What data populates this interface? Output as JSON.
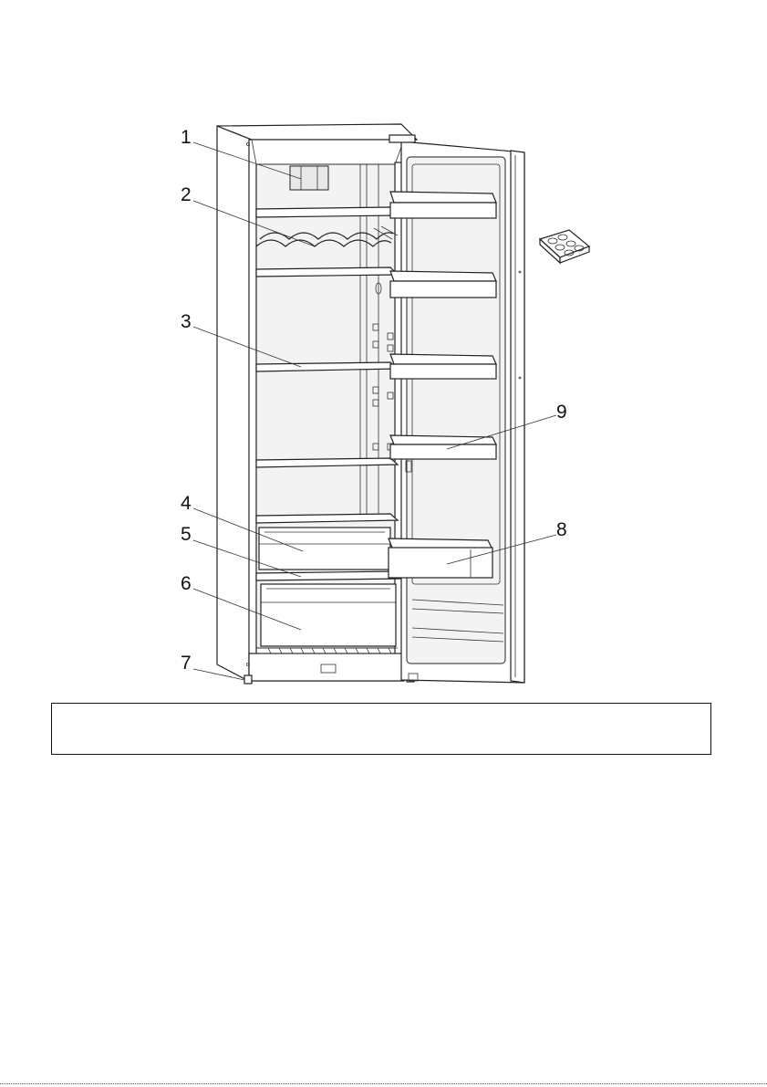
{
  "diagram": {
    "callouts": [
      {
        "id": "1",
        "label": "1"
      },
      {
        "id": "2",
        "label": "2"
      },
      {
        "id": "3",
        "label": "3"
      },
      {
        "id": "4",
        "label": "4"
      },
      {
        "id": "5",
        "label": "5"
      },
      {
        "id": "6",
        "label": "6"
      },
      {
        "id": "7",
        "label": "7"
      },
      {
        "id": "8",
        "label": "8"
      },
      {
        "id": "9",
        "label": "9"
      }
    ],
    "accessory": "egg-tray"
  },
  "note_box": {
    "text": ""
  }
}
